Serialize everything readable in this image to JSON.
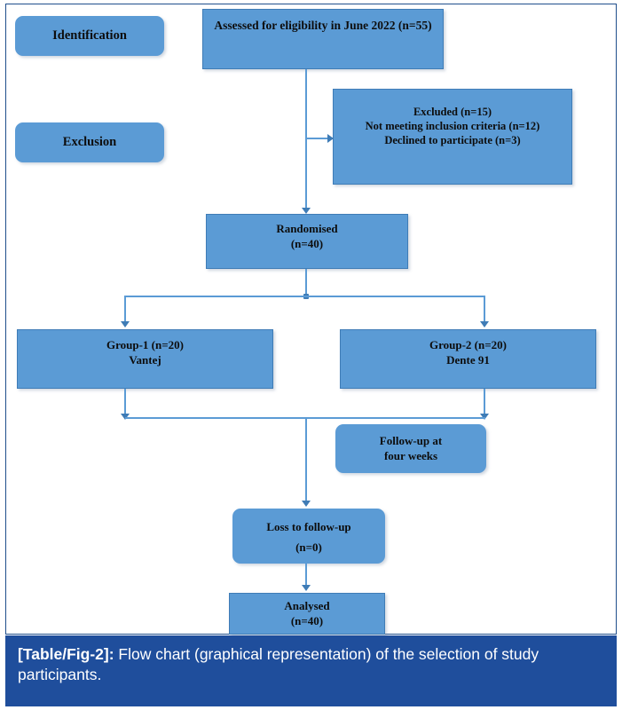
{
  "figure": {
    "caption_label": "[Table/Fig-2]:",
    "caption_text": " Flow chart (graphical representation) of the selection of study participants."
  },
  "colors": {
    "node_fill": "#5b9bd5",
    "node_border": "#3f7cb6",
    "connector": "#5b9bd5",
    "caption_bar": "#1f4e9c",
    "frame_border": "#1f4e8c",
    "text": "#0d0d0d",
    "caption_text": "#ffffff"
  },
  "chart_data": {
    "type": "diagram",
    "title": "Flow chart (graphical representation) of the selection of study participants",
    "stages": [
      {
        "id": "identification",
        "label": "Identification",
        "shape": "rounded",
        "role": "stage-label"
      },
      {
        "id": "exclusion",
        "label": "Exclusion",
        "shape": "rounded",
        "role": "stage-label"
      }
    ],
    "nodes": [
      {
        "id": "assessed",
        "shape": "square",
        "lines": [
          "Assessed for eligibility in June 2022 (n=55)"
        ],
        "n": 55
      },
      {
        "id": "excluded",
        "shape": "square",
        "lines": [
          "Excluded (n=15)",
          "Not meeting inclusion criteria (n=12)",
          "Declined to participate (n=3)"
        ],
        "n": 15
      },
      {
        "id": "randomised",
        "shape": "square",
        "lines": [
          "Randomised",
          "(n=40)"
        ],
        "n": 40
      },
      {
        "id": "group1",
        "shape": "square",
        "lines": [
          "Group-1 (n=20)",
          "Vantej"
        ],
        "n": 20
      },
      {
        "id": "group2",
        "shape": "square",
        "lines": [
          "Group-2 (n=20)",
          "Dente 91"
        ],
        "n": 20
      },
      {
        "id": "followup",
        "shape": "rounded",
        "lines": [
          "Follow-up at",
          "four weeks"
        ]
      },
      {
        "id": "loss",
        "shape": "rounded",
        "lines": [
          "Loss to follow-up",
          "(n=0)"
        ],
        "n": 0
      },
      {
        "id": "analysed",
        "shape": "square",
        "lines": [
          "Analysed",
          "(n=40)"
        ],
        "n": 40
      }
    ],
    "edges": [
      {
        "from": "assessed",
        "to": "excluded",
        "type": "branch-right"
      },
      {
        "from": "assessed",
        "to": "randomised",
        "type": "down-arrow"
      },
      {
        "from": "randomised",
        "to": "group1",
        "type": "split-left"
      },
      {
        "from": "randomised",
        "to": "group2",
        "type": "split-right"
      },
      {
        "from": "group1",
        "to": "merge",
        "type": "down-arrow"
      },
      {
        "from": "group2",
        "to": "merge",
        "type": "down-arrow"
      },
      {
        "from": "merge",
        "to": "loss",
        "type": "down-arrow"
      },
      {
        "from": "loss",
        "to": "analysed",
        "type": "down-arrow"
      }
    ]
  },
  "labels": {
    "identification": "Identification",
    "exclusion": "Exclusion",
    "assessed": "Assessed for eligibility in June 2022 (n=55)",
    "excluded_l1": "Excluded (n=15)",
    "excluded_l2": "Not meeting inclusion criteria (n=12)",
    "excluded_l3": "Declined to participate (n=3)",
    "randomised_l1": "Randomised",
    "randomised_l2": "(n=40)",
    "group1_l1": "Group-1 (n=20)",
    "group1_l2": "Vantej",
    "group2_l1": "Group-2 (n=20)",
    "group2_l2": "Dente 91",
    "followup_l1": "Follow-up at",
    "followup_l2": "four weeks",
    "loss_l1": "Loss to follow-up",
    "loss_l2": "(n=0)",
    "analysed_l1": "Analysed",
    "analysed_l2": "(n=40)"
  }
}
